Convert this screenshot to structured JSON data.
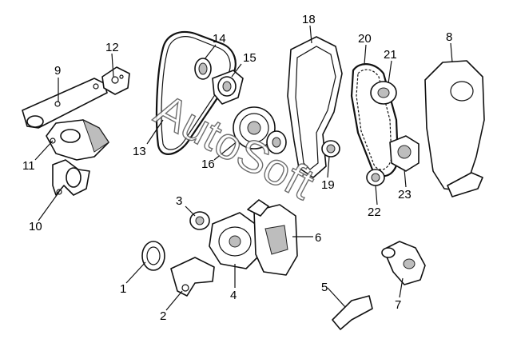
{
  "watermark": "AutoSoft",
  "callouts": [
    {
      "id": "1",
      "label": "1"
    },
    {
      "id": "2",
      "label": "2"
    },
    {
      "id": "3",
      "label": "3"
    },
    {
      "id": "4",
      "label": "4"
    },
    {
      "id": "5",
      "label": "5"
    },
    {
      "id": "6",
      "label": "6"
    },
    {
      "id": "7",
      "label": "7"
    },
    {
      "id": "8",
      "label": "8"
    },
    {
      "id": "9",
      "label": "9"
    },
    {
      "id": "10",
      "label": "10"
    },
    {
      "id": "11",
      "label": "11"
    },
    {
      "id": "12",
      "label": "12"
    },
    {
      "id": "13",
      "label": "13"
    },
    {
      "id": "14",
      "label": "14"
    },
    {
      "id": "15",
      "label": "15"
    },
    {
      "id": "16",
      "label": "16"
    },
    {
      "id": "18",
      "label": "18"
    },
    {
      "id": "19",
      "label": "19"
    },
    {
      "id": "20",
      "label": "20"
    },
    {
      "id": "21",
      "label": "21"
    },
    {
      "id": "22",
      "label": "22"
    },
    {
      "id": "23",
      "label": "23"
    }
  ]
}
